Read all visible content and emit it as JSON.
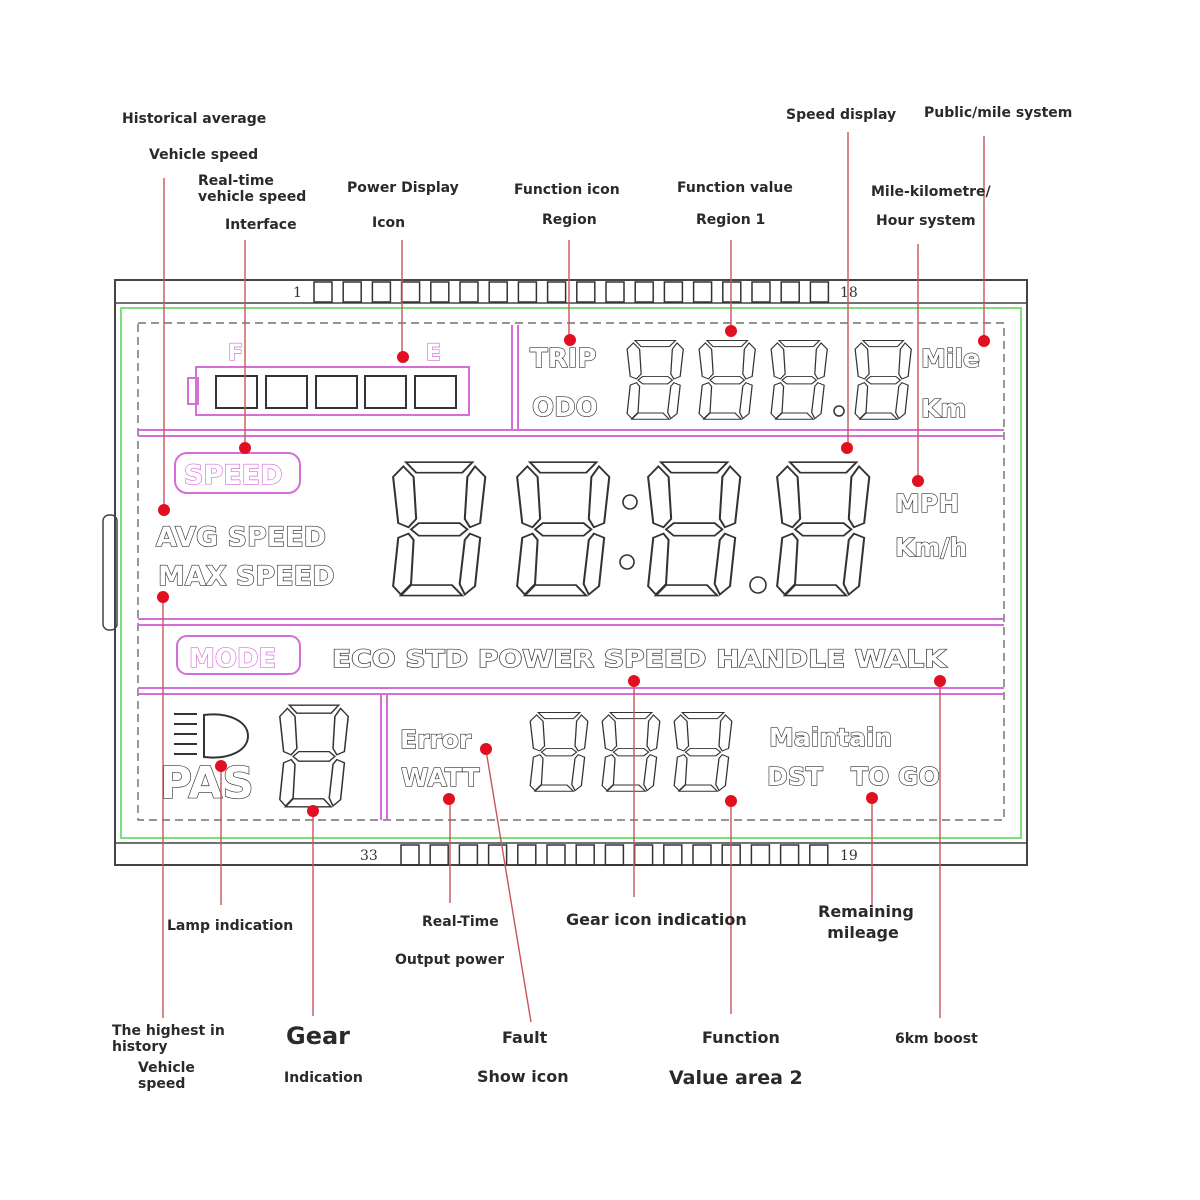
{
  "annotations": {
    "historical_average": "Historical average",
    "vehicle_speed_top": "Vehicle speed",
    "realtime_speed_line1": "Real-time",
    "realtime_speed_line2": "vehicle speed",
    "interface": "Interface",
    "power_display": "Power Display",
    "power_icon": "Icon",
    "function_icon": "Function icon",
    "function_icon_region": "Region",
    "function_value": "Function value",
    "function_value_region": "Region 1",
    "speed_display": "Speed display",
    "public_mile": "Public/mile system",
    "mile_km_line1": "Mile-kilometre/",
    "mile_km_line2": "Hour system",
    "lamp_indication": "Lamp indication",
    "realtime_power_line1": "Real-Time",
    "realtime_power_line2": "Output power",
    "gear_icon_indication": "Gear icon indication",
    "remaining_line1": "Remaining",
    "remaining_line2": "mileage",
    "highest_line1": "The highest in",
    "highest_line2": "history",
    "highest_line3": "Vehicle",
    "highest_line4": "speed",
    "gear": "Gear",
    "gear_indication": "Indication",
    "fault": "Fault",
    "fault_show": "Show icon",
    "function": "Function",
    "value_area_2": "Value area 2",
    "boost_6km": "6km boost"
  },
  "lcd": {
    "pin_top_start": "1",
    "pin_top_end": "18",
    "pin_bottom_start": "33",
    "pin_bottom_end": "19",
    "battery_full": "F",
    "battery_empty": "E",
    "trip": "TRIP",
    "odo": "ODO",
    "mile": "Mile",
    "km": "Km",
    "speed_badge": "SPEED",
    "avg_speed": "AVG SPEED",
    "max_speed": "MAX SPEED",
    "mph": "MPH",
    "kmh": "Km/h",
    "mode_badge": "MODE",
    "modes": "ECO STD POWER SPEED HANDLE WALK",
    "pas": "PAS",
    "error": "Error",
    "watt": "WATT",
    "maintain": "Maintain",
    "dst": "DST",
    "to_go": "TO GO"
  },
  "colors": {
    "pink": "#d36fd6",
    "green": "#7de07d",
    "red": "#e01020",
    "leader": "#c8555a"
  }
}
